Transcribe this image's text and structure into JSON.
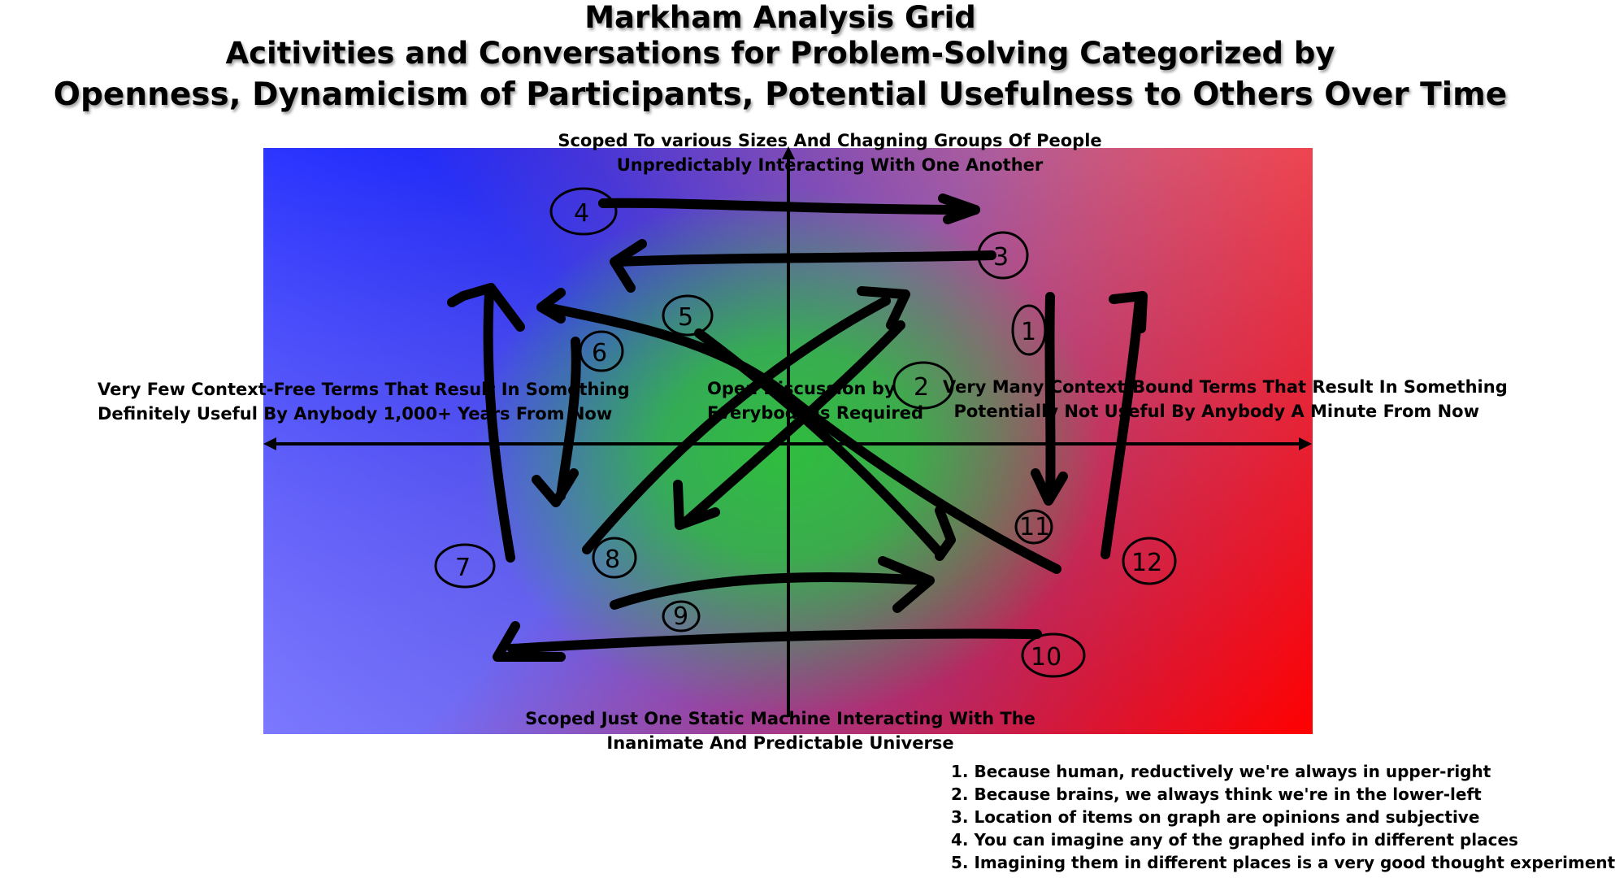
{
  "title": {
    "line1": "Markham Analysis Grid",
    "line2": "Acitivities and Conversations for Problem-Solving Categorized by",
    "line3": "Openness, Dynamicism  of Participants, Potential Usefulness to Others Over Time"
  },
  "axes": {
    "top": {
      "line1": "Scoped To various Sizes And Chagning Groups Of People",
      "line2": "Unpredictably Interacting With One Another"
    },
    "bottom": {
      "line1": "Scoped Just One Static Machine Interacting With The",
      "line2": "Inanimate And Predictable Universe"
    },
    "left": {
      "line1": "Very Few Context-Free Terms That Result In Something",
      "line2": "Definitely Useful By Anybody 1,000+ Years From Now"
    },
    "right": {
      "line1": "Very Many Context-Bound Terms That Result In Something",
      "line2": "Potentially Not Useful By Anybody A Minute From Now"
    }
  },
  "center": {
    "line1": "Open Discussion by",
    "line2": "Everybody is Required"
  },
  "markers": [
    "1",
    "2",
    "3",
    "4",
    "5",
    "6",
    "7",
    "8",
    "9",
    "10",
    "11",
    "12"
  ],
  "notes": [
    "1. Because human, reductively we're always in upper-right",
    "2. Because brains, we always think we're in the lower-left",
    "3. Location of items on graph are opinions and subjective",
    "4. You can imagine any of the graphed info in different places",
    "5. Imagining them in different places is a very good thought experiment"
  ],
  "colors": {
    "top_left": "#0012ff",
    "top_right": "#e46a7a",
    "bottom_right": "#ff0000",
    "bottom_left": "#7c78ff",
    "center": "#2fbd3e"
  }
}
